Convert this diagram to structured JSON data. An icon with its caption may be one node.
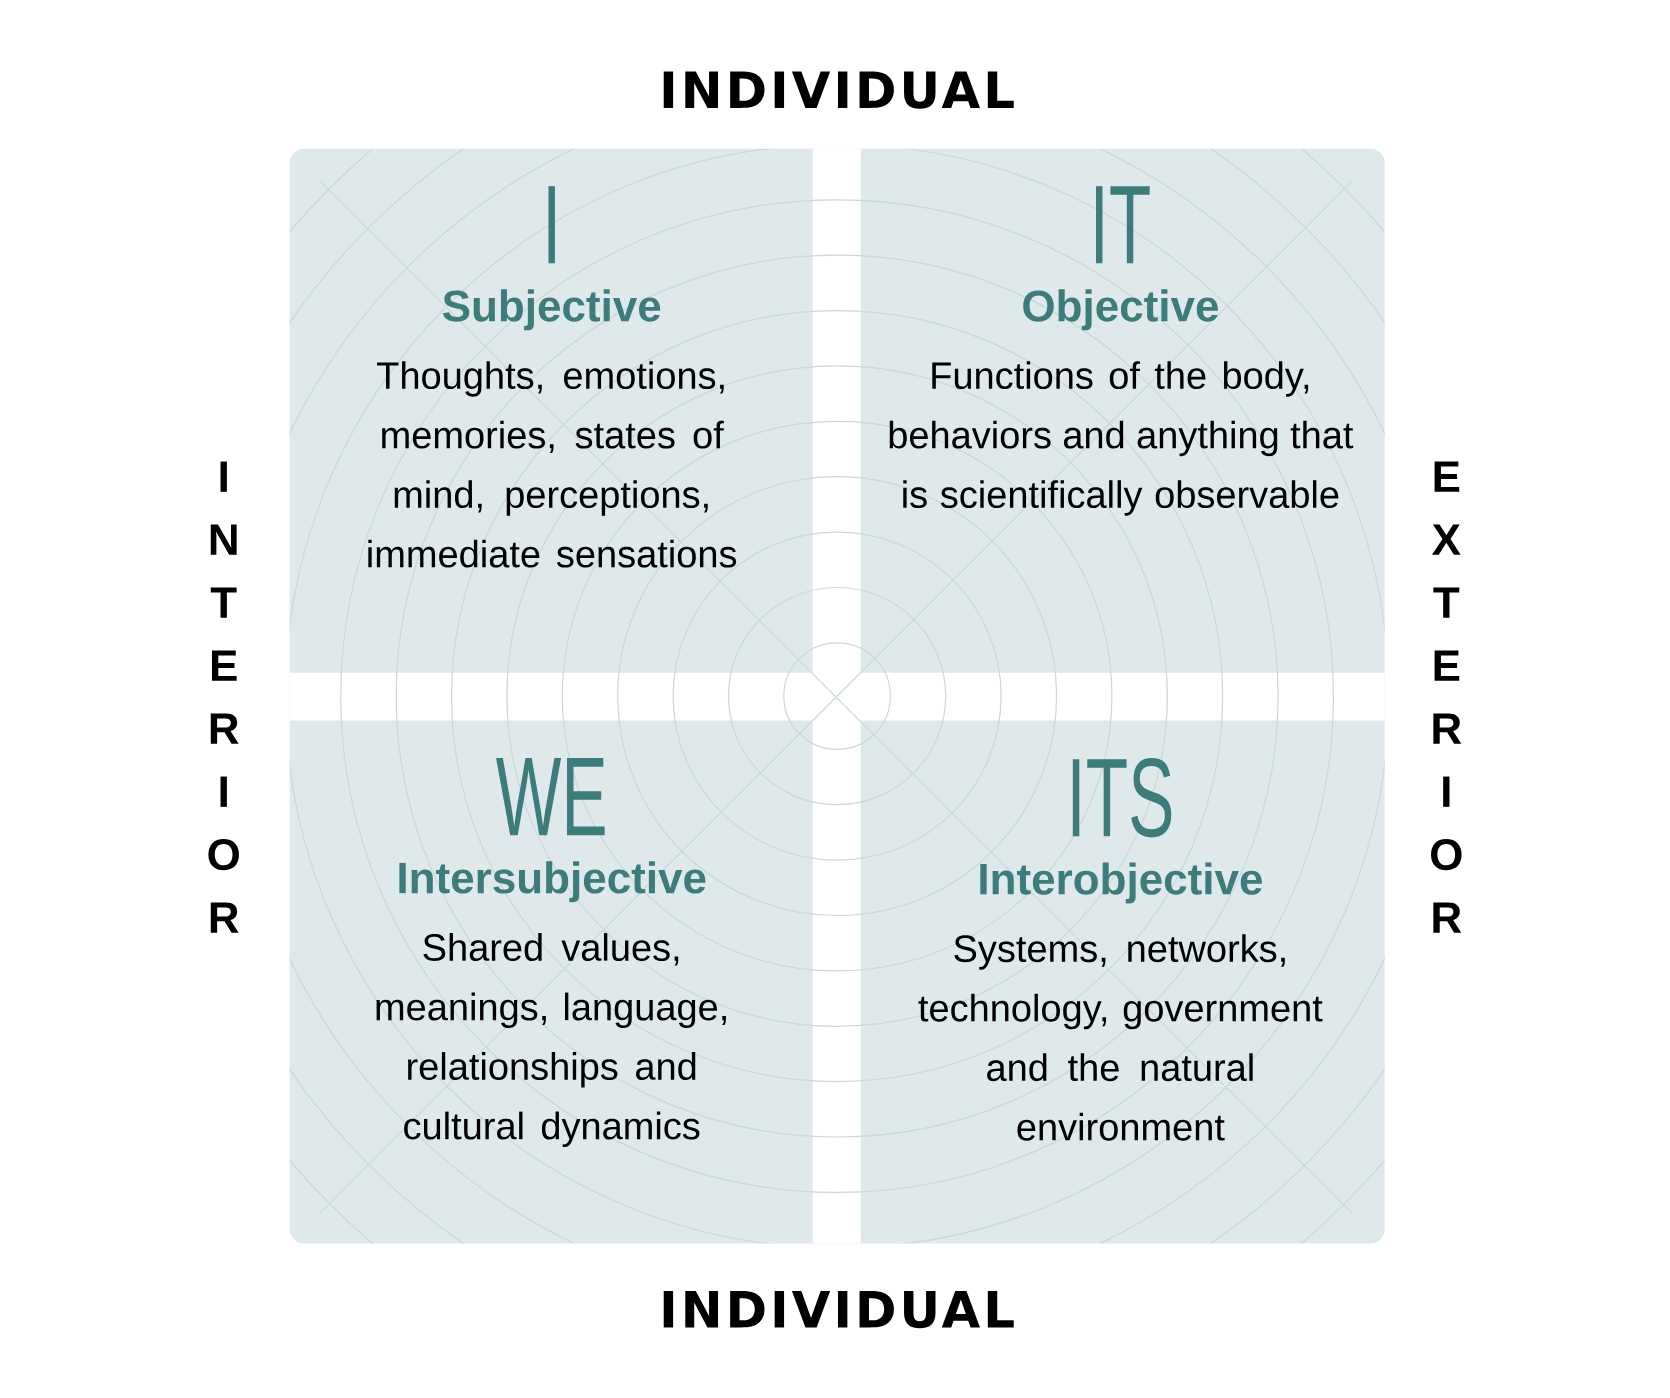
{
  "diagram": {
    "nodes": [
      {
        "text": [
          "I",
          "Subjective",
          "Thoughts, emotions, memories, states of mind, perceptions, immediate sensations"
        ]
      },
      {
        "text": [
          "IT",
          "Objective",
          "Functions of the body, behaviors and anything that is scientifically observable"
        ]
      },
      {
        "text": [
          "WE",
          "Intersubjective",
          "Shared values, meanings, language, relationships and cultural dynamics"
        ]
      },
      {
        "text": [
          "ITS",
          "Interobjective",
          "Systems, networks, technology, government and the natural environment"
        ]
      }
    ],
    "edges": [],
    "labels": [
      "INDIVIDUAL",
      "INTERIOR",
      "EXTERIOR",
      "INDIVIDUAL"
    ]
  }
}
